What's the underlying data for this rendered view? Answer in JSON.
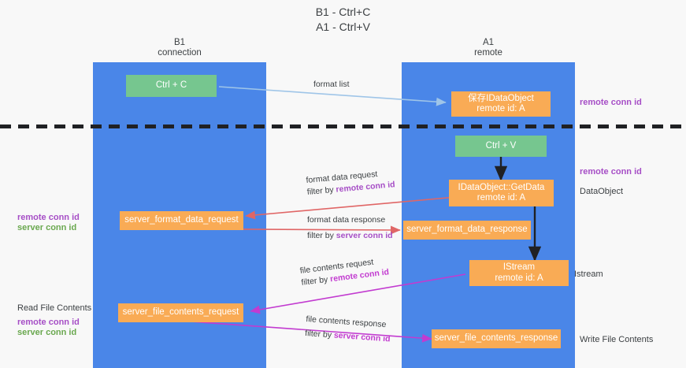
{
  "title": "B1 - Ctrl+C\nA1 - Ctrl+V",
  "colors": {
    "column": "#4a86e8",
    "green_box": "#76c68f",
    "orange_box": "#f9ab55",
    "remote_conn_id": "#a64ec6",
    "server_conn_id": "#6aa84f",
    "format_arrow": "#e06666",
    "file_arrow": "#c23bd0",
    "format_list_arrow": "#9fc5e8",
    "divider": "#202124"
  },
  "columns": [
    {
      "id": "b1",
      "header": "B1\nconnection"
    },
    {
      "id": "a1",
      "header": "A1\nremote"
    }
  ],
  "boxes": {
    "ctrl_c": "Ctrl + C",
    "ctrl_v": "Ctrl + V",
    "idataobject": "保存IDataObject\nremote id: A",
    "idataobject_getdata": "IDataObject::GetData\nremote id: A",
    "istream": "IStream\nremote id: A",
    "server_format_data_request": "server_format_data_request",
    "server_format_data_response": "server_format_data_response",
    "server_file_contents_request": "server_file_contents_request",
    "server_file_contents_response": "server_file_contents_response"
  },
  "edge_labels": {
    "format_list": "format list",
    "format_data_request": "format data request",
    "format_data_request_filter_prefix": "filter by ",
    "format_data_request_filter_key": "remote conn id",
    "format_data_response": "format data response",
    "format_data_response_filter_prefix": "filter by ",
    "format_data_response_filter_key": "server conn id",
    "file_contents_request": "file contents request",
    "file_contents_request_filter_prefix": "filter by ",
    "file_contents_request_filter_key": "remote conn id",
    "file_contents_response": "file contents response",
    "file_contents_response_filter_prefix": "filter by ",
    "file_contents_response_filter_key": "server conn id"
  },
  "side_labels": {
    "right_remote_conn_id_top": "remote conn id",
    "right_remote_conn_id_mid": "remote conn id",
    "right_dataobject": "DataObject",
    "right_istream": "Istream",
    "right_write_file_contents": "Write File Contents",
    "left_remote_conn_id_mid": "remote conn id",
    "left_server_conn_id_mid": "server conn id",
    "left_read_file_contents": "Read File Contents",
    "left_remote_conn_id_bot": "remote conn id",
    "left_server_conn_id_bot": "server conn id"
  }
}
